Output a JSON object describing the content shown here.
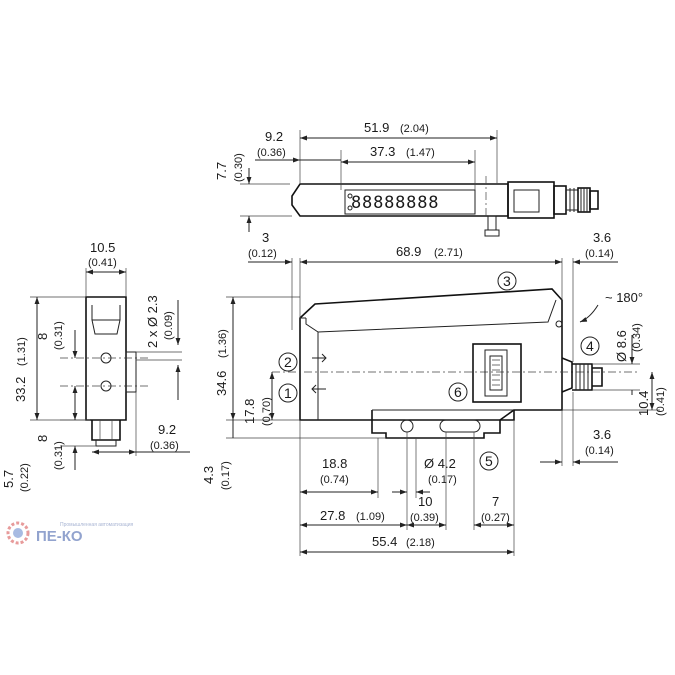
{
  "dims": {
    "top_len": "51.9",
    "top_len_in": "(2.04)",
    "top_offset": "9.2",
    "top_offset_in": "(0.36)",
    "top_display": "37.3",
    "top_display_in": "(1.47)",
    "top_height": "7.7",
    "top_height_in": "(0.30)",
    "front_width": "10.5",
    "front_width_in": "(0.41)",
    "front_holes": "2 x Ø 2.3",
    "front_holes_in": "(0.09)",
    "front_height": "33.2",
    "front_height_in": "(1.31)",
    "front_hole_gap": "8",
    "front_hole_gap_in": "(0.31)",
    "front_bottom_gap": "8",
    "front_bottom_gap_in": "(0.31)",
    "front_depth": "9.2",
    "front_depth_in": "(0.36)",
    "front_foot": "5.7",
    "front_foot_in": "(0.22)",
    "side_left": "3",
    "side_left_in": "(0.12)",
    "side_len": "68.9",
    "side_len_in": "(2.71)",
    "side_right": "3.6",
    "side_right_in": "(0.14)",
    "rot_angle": "~ 180°",
    "conn_dia": "Ø 8.6",
    "conn_dia_in": "(0.34)",
    "side_height": "34.6",
    "side_height_in": "(1.36)",
    "side_axis": "17.8",
    "side_axis_in": "(0.70)",
    "conn_axis": "10.4",
    "conn_axis_in": "(0.41)",
    "conn_offset": "3.6",
    "conn_offset_in": "(0.14)",
    "side_foot": "4.3",
    "side_foot_in": "(0.17)",
    "hole_pos": "18.8",
    "hole_pos_in": "(0.74)",
    "hole_dia": "Ø 4.2",
    "hole_dia_in": "(0.17)",
    "slot_pos": "27.8",
    "slot_pos_in": "(1.09)",
    "slot_w": "10",
    "slot_w_in": "(0.39)",
    "slot_end": "7",
    "slot_end_in": "(0.27)",
    "base_len": "55.4",
    "base_len_in": "(2.18)"
  },
  "callouts": [
    "1",
    "2",
    "3",
    "4",
    "5",
    "6"
  ],
  "display_text": "88888888",
  "watermark": {
    "brand": "ПЕ-КО",
    "tagline": "Промышленная автоматизация"
  }
}
